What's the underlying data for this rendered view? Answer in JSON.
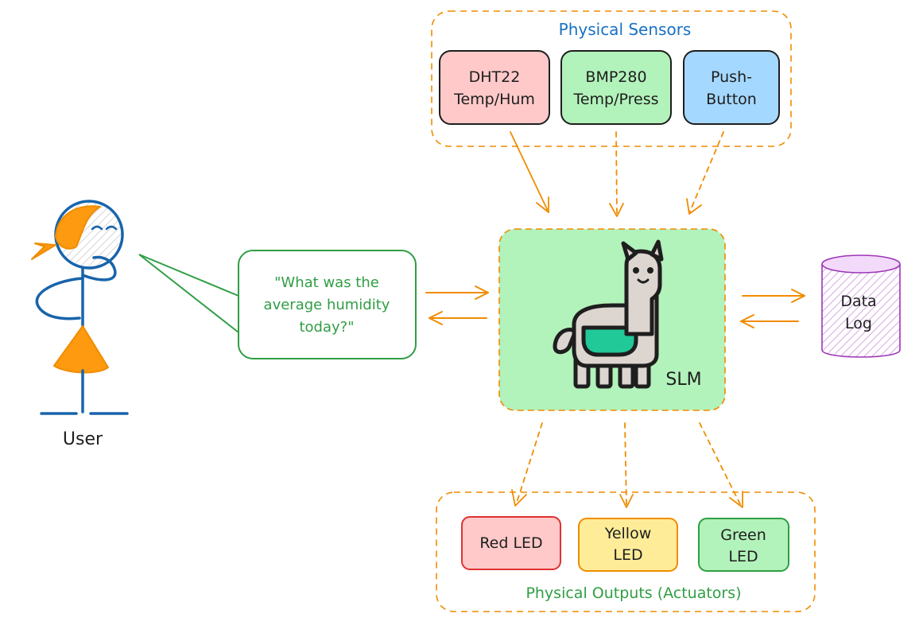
{
  "sensors": {
    "title": "Physical Sensors",
    "items": [
      {
        "line1": "DHT22",
        "line2": "Temp/Hum",
        "color": "#ffc9c9"
      },
      {
        "line1": "BMP280",
        "line2": "Temp/Press",
        "color": "#b2f2bb"
      },
      {
        "line1": "Push-",
        "line2": "Button",
        "color": "#a5d8ff"
      }
    ]
  },
  "core": {
    "label": "SLM",
    "color": "#b2f2bb"
  },
  "query": {
    "line1": "\"What was the",
    "line2": "average humidity",
    "line3": "today?\""
  },
  "user": {
    "label": "User"
  },
  "storage": {
    "line1": "Data",
    "line2": "Log"
  },
  "outputs": {
    "title": "Physical Outputs (Actuators)",
    "items": [
      {
        "line1": "Red LED",
        "line2": "",
        "color": "#ffc9c9"
      },
      {
        "line1": "Yellow",
        "line2": "LED",
        "color": "#ffec99"
      },
      {
        "line1": "Green",
        "line2": "LED",
        "color": "#b2f2bb"
      }
    ]
  },
  "colors": {
    "accent": "#f08c00",
    "sensors_title": "#1971c2",
    "outputs_title": "#2f9e44",
    "query_text": "#2f9e44",
    "stroke": "#1e1e1e",
    "user_blue": "#1864ab",
    "user_orange": "#fd9a0f",
    "storage": "#9c36b5"
  }
}
